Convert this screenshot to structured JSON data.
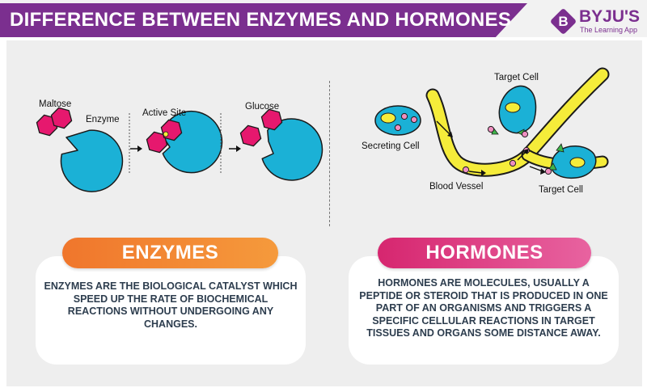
{
  "title": "DIFFERENCE BETWEEN ENZYMES AND HORMONES",
  "logo": {
    "letter": "B",
    "name": "BYJU'S",
    "tagline": "The Learning App"
  },
  "enzyme_diagram": {
    "maltose": "Maltose",
    "enzyme": "Enzyme",
    "active_site": "Active Site",
    "glucose": "Glucose"
  },
  "hormone_diagram": {
    "target_cell_top": "Target Cell",
    "secreting_cell": "Secreting Cell",
    "blood_vessel": "Blood Vessel",
    "target_cell_bottom": "Target Cell"
  },
  "enzymes": {
    "heading": "ENZYMES",
    "description": "ENZYMES ARE THE BIOLOGICAL CATALYST WHICH SPEED UP THE RATE OF BIOCHEMICAL REACTIONS WITHOUT UNDERGOING ANY CHANGES."
  },
  "hormones": {
    "heading": "HORMONES",
    "description": "HORMONES ARE MOLECULES, USUALLY A PEPTIDE OR STEROID THAT IS PRODUCED IN ONE PART OF AN ORGANISMS AND TRIGGERS A SPECIFIC CELLULAR REACTIONS IN TARGET TISSUES AND ORGANS SOME DISTANCE AWAY."
  },
  "colors": {
    "title_bar": "#7b2f8f",
    "enzyme_cyan": "#1bb1d6",
    "molecule_pink": "#e6186e",
    "vessel_yellow": "#f5ec3a",
    "enzymes_pill": "#ee6a2b",
    "hormones_pill": "#d9337a",
    "body_text": "#2d3d4e"
  }
}
